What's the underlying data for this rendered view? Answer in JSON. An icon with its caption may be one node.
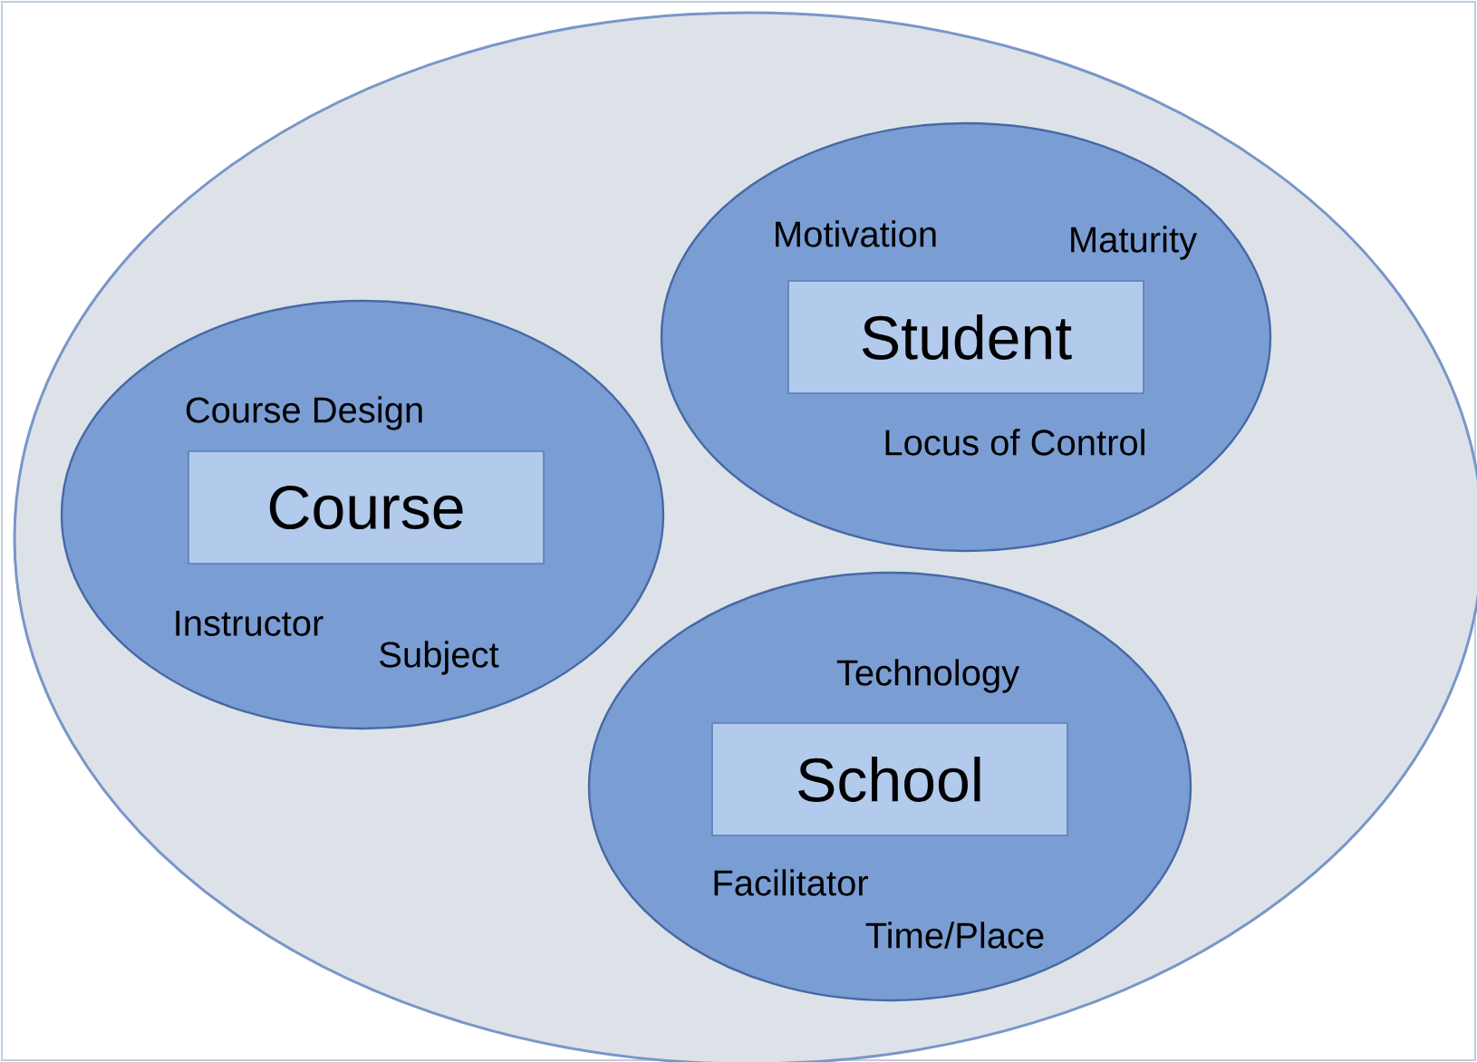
{
  "diagram": {
    "nodes": [
      {
        "text": [],
        "shape": "ellipse"
      },
      {
        "text": [
          "Motivation",
          "Maturity",
          "Locus of Control"
        ],
        "in": 0
      },
      {
        "text": [
          "Student"
        ],
        "in": 1
      },
      {
        "text": [
          "Course Design",
          "Instructor",
          "Subject"
        ],
        "in": 0
      },
      {
        "text": [
          "Course"
        ],
        "in": 3
      },
      {
        "text": [
          "Technology",
          "Facilitator",
          "Time/Place"
        ],
        "in": 0
      },
      {
        "text": [
          "School"
        ],
        "in": 5
      }
    ]
  }
}
